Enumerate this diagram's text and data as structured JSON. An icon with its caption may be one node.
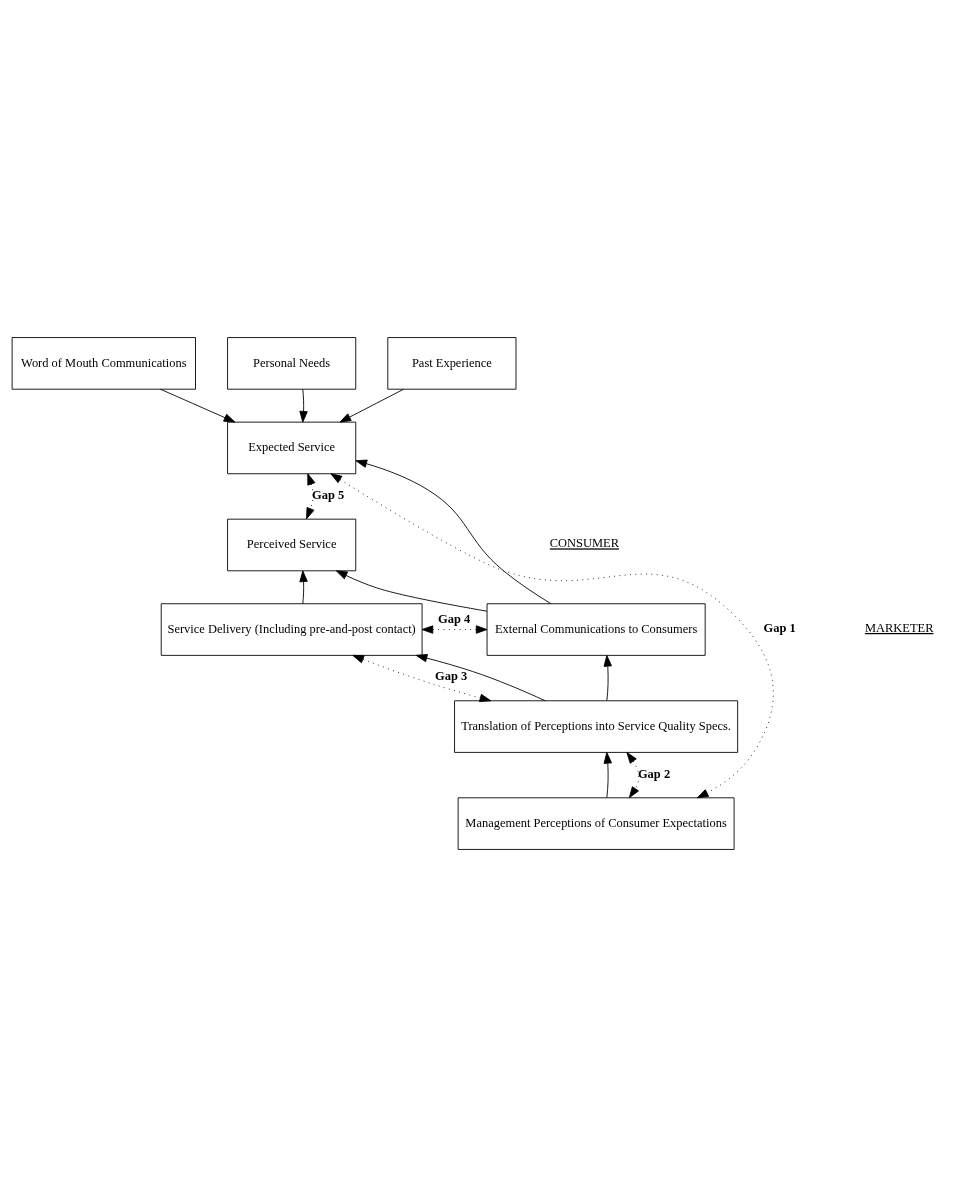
{
  "diagram": {
    "nodes": [
      {
        "text": [
          "Word of Mouth Communications"
        ]
      },
      {
        "text": [
          "Personal Needs"
        ]
      },
      {
        "text": [
          "Past Experience"
        ]
      },
      {
        "text": [
          "Expected Service"
        ]
      },
      {
        "text": [
          "Perceived Service"
        ]
      },
      {
        "text": [
          "Service Delivery (Including pre-and-post contact)"
        ]
      },
      {
        "text": [
          "External Communications to Consumers"
        ]
      },
      {
        "text": [
          "Translation of Perceptions into Service Quality Specs."
        ]
      },
      {
        "text": [
          "Management Perceptions of Consumer Expectations"
        ]
      }
    ],
    "edges": [
      {
        "from": 0,
        "to": 3,
        "arrow": "to"
      },
      {
        "from": 1,
        "to": 3,
        "arrow": "to"
      },
      {
        "from": 2,
        "to": 3,
        "arrow": "to"
      },
      {
        "from": 3,
        "to": 4,
        "arrow": "both",
        "label": "Gap 5",
        "style": "dashed"
      },
      {
        "from": 6,
        "to": 3,
        "arrow": "to"
      },
      {
        "from": 6,
        "to": 4,
        "arrow": "to"
      },
      {
        "from": 5,
        "to": 4,
        "arrow": "to"
      },
      {
        "from": 5,
        "to": 6,
        "arrow": "both",
        "label": "Gap 4",
        "style": "dashed"
      },
      {
        "from": 5,
        "to": 7,
        "arrow": "both",
        "label": "Gap 3",
        "style": "dashed"
      },
      {
        "from": 7,
        "to": 5,
        "arrow": "to"
      },
      {
        "from": 7,
        "to": 6,
        "arrow": "to"
      },
      {
        "from": 7,
        "to": 8,
        "arrow": "both",
        "label": "Gap 2",
        "style": "dashed"
      },
      {
        "from": 8,
        "to": 7,
        "arrow": "to"
      },
      {
        "from": 3,
        "to": 8,
        "arrow": "both",
        "label": "Gap 1",
        "style": "dashed"
      }
    ],
    "labels": [
      "CONSUMER",
      "MARKETER"
    ]
  }
}
